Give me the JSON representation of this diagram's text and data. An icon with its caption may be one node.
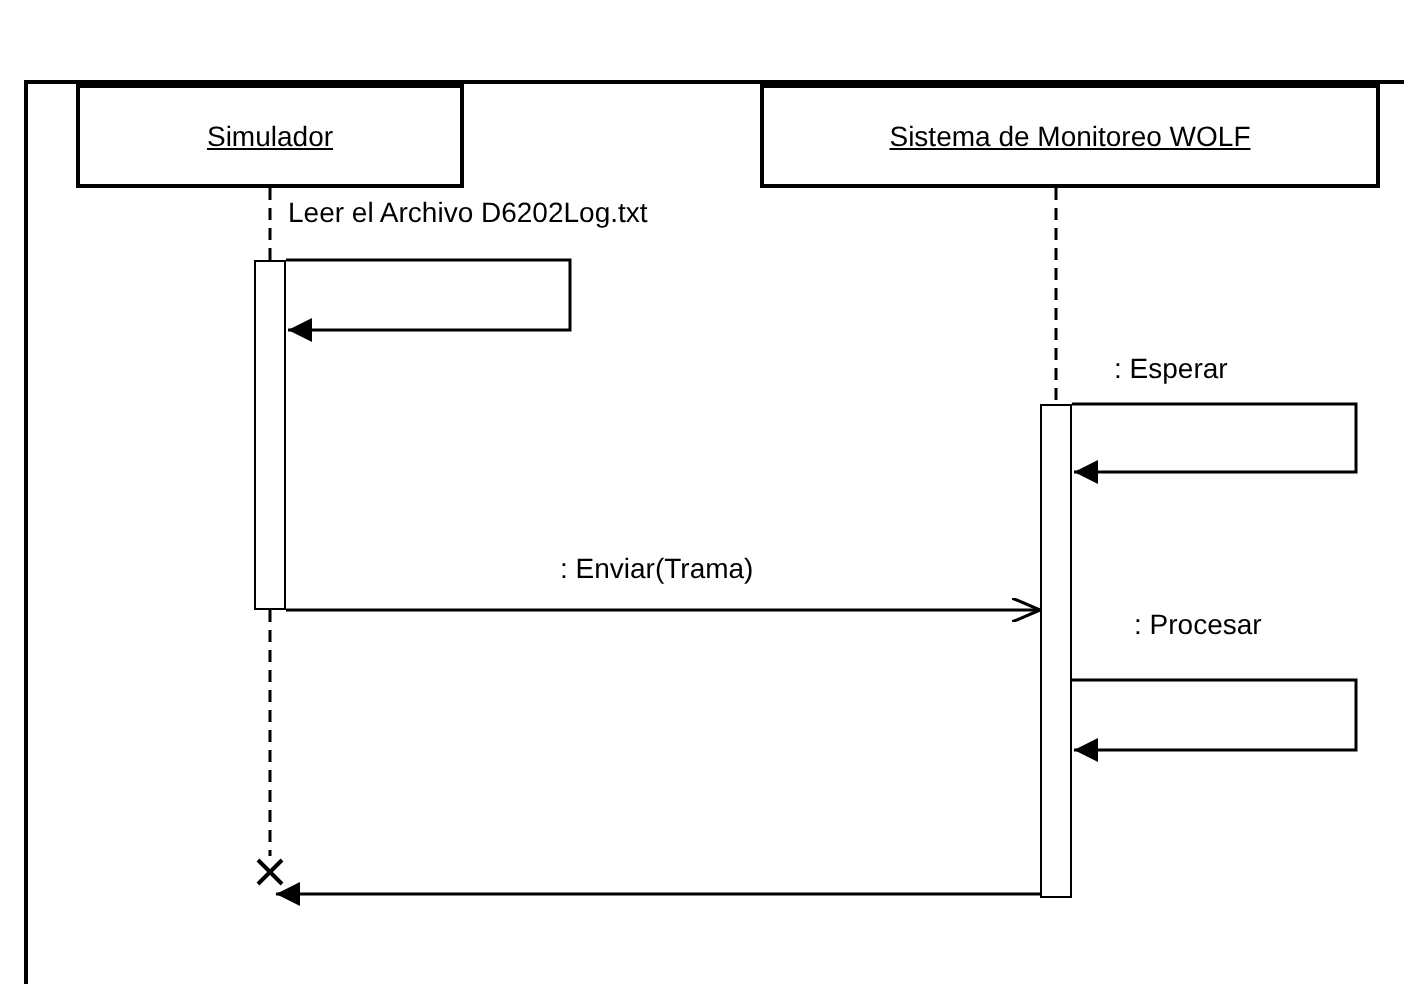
{
  "diagram": {
    "nodes": [
      {
        "text": [
          "Simulador"
        ]
      },
      {
        "text": [
          "Sistema de Monitoreo WOLF"
        ]
      },
      {
        "text": [],
        "shape": "bar"
      },
      {
        "text": [],
        "shape": "bar"
      },
      {
        "text": [],
        "shape": "cross"
      }
    ],
    "edges": [
      {
        "from": 0,
        "to": 2,
        "arrow": "none",
        "style": "dashed"
      },
      {
        "from": 2,
        "to": 2,
        "arrow": "to",
        "label": "Leer el Archivo D6202Log.txt"
      },
      {
        "from": 1,
        "to": 3,
        "arrow": "none",
        "style": "dashed"
      },
      {
        "from": 3,
        "to": 3,
        "arrow": "to",
        "label": ": Esperar"
      },
      {
        "from": 2,
        "to": 3,
        "arrow": "to",
        "label": ": Enviar(Trama)"
      },
      {
        "from": 3,
        "to": 3,
        "arrow": "to",
        "label": ": Procesar"
      },
      {
        "from": 2,
        "to": 4,
        "arrow": "none",
        "style": "dashed"
      },
      {
        "from": 3,
        "to": 4,
        "arrow": "to"
      }
    ]
  }
}
